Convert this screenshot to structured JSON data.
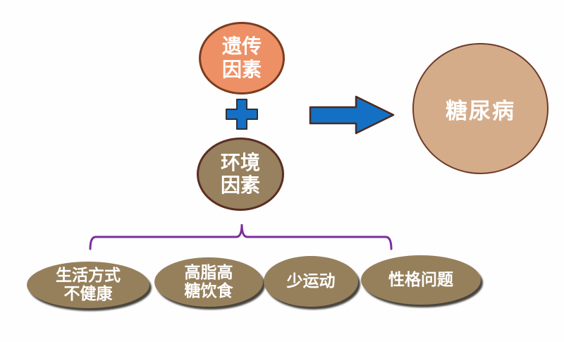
{
  "diagram": {
    "title_meaning": "causes of diabetes",
    "background_color": "#fefefe",
    "text_color": "#ffffff",
    "nodes": {
      "genetic": {
        "lines": [
          "遗传",
          "因素"
        ],
        "fill": "#ee9065",
        "border_color": "#7a3c20"
      },
      "environment": {
        "lines": [
          "环境",
          "因素"
        ],
        "fill": "#97815f",
        "border_color": "#5b2d22"
      },
      "diabetes": {
        "label": "糖尿病",
        "fill": "#d5ac8a",
        "border_color": "#6e3b28"
      }
    },
    "icons": {
      "plus": {
        "glyph": "+",
        "fill": "#1470c4",
        "outline_color": "#2e2e38"
      },
      "arrow_right": {
        "glyph": "→",
        "fill": "#1470c4",
        "outline_color": "#4b2a1e"
      }
    },
    "brace": {
      "color": "#7a2e9d"
    },
    "causes": {
      "fill": "#96805c",
      "items": [
        {
          "lines": [
            "生活方式",
            "不健康"
          ]
        },
        {
          "lines": [
            "高脂高",
            "糖饮食"
          ]
        },
        {
          "lines": [
            "少运动"
          ]
        },
        {
          "lines": [
            "性格问题"
          ]
        }
      ]
    }
  }
}
